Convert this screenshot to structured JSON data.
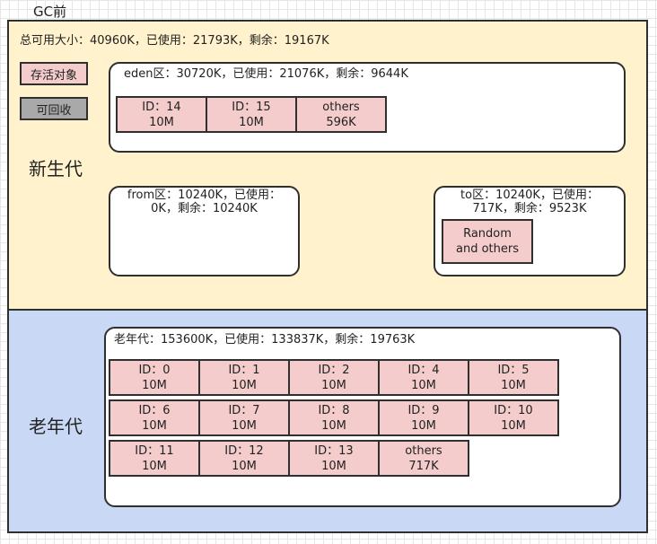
{
  "diagram": {
    "title": "GC前",
    "total_info": "总可用大小：40960K，已使用：21793K，剩余：19167K",
    "legend": {
      "live": "存活对象",
      "collectable": "可回收"
    },
    "young_gen": {
      "label": "新生代",
      "eden": {
        "label": "eden区：30720K，已使用：21076K，剩余：9644K",
        "objects": [
          {
            "name": "ID：14",
            "size": "10M"
          },
          {
            "name": "ID：15",
            "size": "10M"
          },
          {
            "name": "others",
            "size": "596K"
          }
        ]
      },
      "from": {
        "label_line1": "from区：10240K，已使用：",
        "label_line2": "0K，剩余：10240K"
      },
      "to": {
        "label_line1": "to区：10240K，已使用：",
        "label_line2": "717K，剩余：9523K",
        "object_line1": "Random",
        "object_line2": "and others"
      }
    },
    "old_gen": {
      "label": "老年代",
      "area_label": "老年代：153600K，已使用：133837K，剩余：19763K",
      "objects": [
        {
          "name": "ID：0",
          "size": "10M"
        },
        {
          "name": "ID：1",
          "size": "10M"
        },
        {
          "name": "ID：2",
          "size": "10M"
        },
        {
          "name": "ID：4",
          "size": "10M"
        },
        {
          "name": "ID：5",
          "size": "10M"
        },
        {
          "name": "ID：6",
          "size": "10M"
        },
        {
          "name": "ID：7",
          "size": "10M"
        },
        {
          "name": "ID：8",
          "size": "10M"
        },
        {
          "name": "ID：9",
          "size": "10M"
        },
        {
          "name": "ID：10",
          "size": "10M"
        },
        {
          "name": "ID：11",
          "size": "10M"
        },
        {
          "name": "ID：12",
          "size": "10M"
        },
        {
          "name": "ID：13",
          "size": "10M"
        },
        {
          "name": "others",
          "size": "717K"
        }
      ]
    },
    "colors": {
      "young": "#fff2cc",
      "old": "#c9d9f5",
      "live": "#f4cccc",
      "collectable": "#a9a9a9"
    }
  }
}
